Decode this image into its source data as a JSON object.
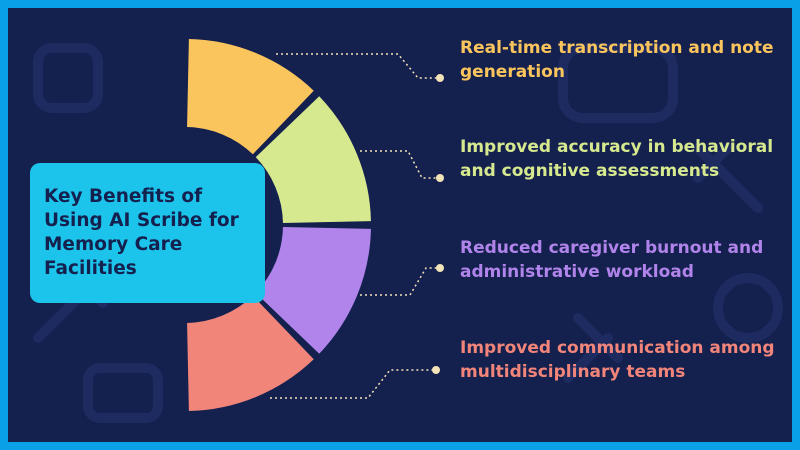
{
  "title": "Key Benefits of Using AI Scribe for Memory Care Facilities",
  "benefits": [
    {
      "text": "Real-time transcription and note generation",
      "color": "#fbc55d"
    },
    {
      "text": "Improved accuracy in behavioral and cognitive assessments",
      "color": "#d6e98f"
    },
    {
      "text": "Reduced caregiver burnout and administrative workload",
      "color": "#b084ea"
    },
    {
      "text": "Improved communication among multidisciplinary teams",
      "color": "#f2857a"
    }
  ],
  "colors": {
    "background": "#14204d",
    "border": "#0aa0e8",
    "title_box": "#1cc4ec",
    "connector": "#f3e3b8"
  },
  "icons": [
    "medical-icon-pattern"
  ]
}
